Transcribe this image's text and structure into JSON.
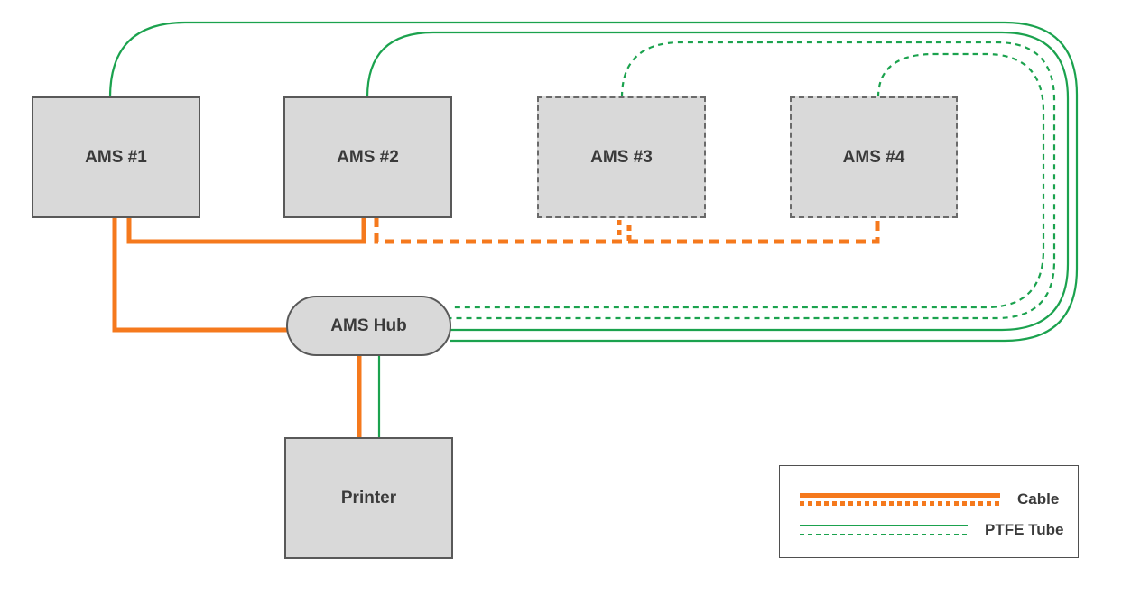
{
  "colors": {
    "cable": "#F5791D",
    "tube": "#1BA24E",
    "node_fill": "#D9D9D9",
    "node_border": "#595959",
    "text": "#3A3A3A"
  },
  "nodes": {
    "ams1": {
      "label": "AMS #1",
      "border_style": "solid"
    },
    "ams2": {
      "label": "AMS #2",
      "border_style": "solid"
    },
    "ams3": {
      "label": "AMS #3",
      "border_style": "dashed"
    },
    "ams4": {
      "label": "AMS #4",
      "border_style": "dashed"
    },
    "hub": {
      "label": "AMS Hub"
    },
    "printer": {
      "label": "Printer"
    }
  },
  "connections": [
    {
      "from": "ams1",
      "to": "hub",
      "type": "cable",
      "line": "solid"
    },
    {
      "from": "ams1",
      "to": "ams2",
      "type": "cable",
      "line": "solid"
    },
    {
      "from": "ams2",
      "to": "ams3",
      "type": "cable",
      "line": "dashed"
    },
    {
      "from": "ams3",
      "to": "ams4",
      "type": "cable",
      "line": "dashed"
    },
    {
      "from": "ams1",
      "to": "hub",
      "type": "tube",
      "line": "solid"
    },
    {
      "from": "ams2",
      "to": "hub",
      "type": "tube",
      "line": "solid"
    },
    {
      "from": "ams3",
      "to": "hub",
      "type": "tube",
      "line": "dashed"
    },
    {
      "from": "ams4",
      "to": "hub",
      "type": "tube",
      "line": "dashed"
    },
    {
      "from": "hub",
      "to": "printer",
      "type": "cable",
      "line": "solid"
    },
    {
      "from": "hub",
      "to": "printer",
      "type": "tube",
      "line": "solid"
    }
  ],
  "legend": {
    "cable_label": "Cable",
    "tube_label": "PTFE Tube"
  }
}
